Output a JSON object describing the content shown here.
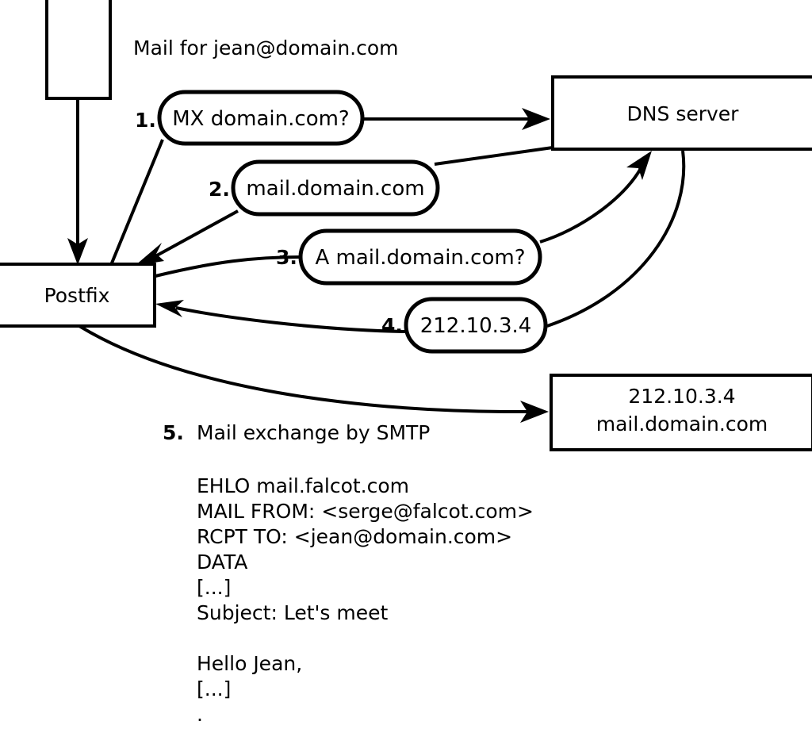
{
  "diagram": {
    "title_text": "Mail for jean@domain.com",
    "nodes": [
      {
        "id": "sender-client",
        "label": ""
      },
      {
        "id": "postfix",
        "label": "Postfix"
      },
      {
        "id": "dns-server",
        "label": "DNS server"
      },
      {
        "id": "remote-mail-server",
        "line1": "212.10.3.4",
        "line2": "mail.domain.com"
      }
    ],
    "steps": [
      {
        "number": "1.",
        "bubble": "MX domain.com?"
      },
      {
        "number": "2.",
        "bubble": "mail.domain.com"
      },
      {
        "number": "3.",
        "bubble": "A mail.domain.com?"
      },
      {
        "number": "4.",
        "bubble": "212.10.3.4"
      }
    ],
    "step5": {
      "number": "5.",
      "label": "Mail exchange by SMTP"
    },
    "transcript": [
      "EHLO mail.falcot.com",
      "MAIL FROM: <serge@falcot.com>",
      "RCPT TO: <jean@domain.com>",
      "DATA",
      "[...]",
      "Subject: Let's meet",
      "",
      "Hello Jean,",
      "[...]",
      "."
    ],
    "colors": {
      "stroke": "#000000",
      "fill": "#ffffff",
      "text": "#000000"
    }
  }
}
